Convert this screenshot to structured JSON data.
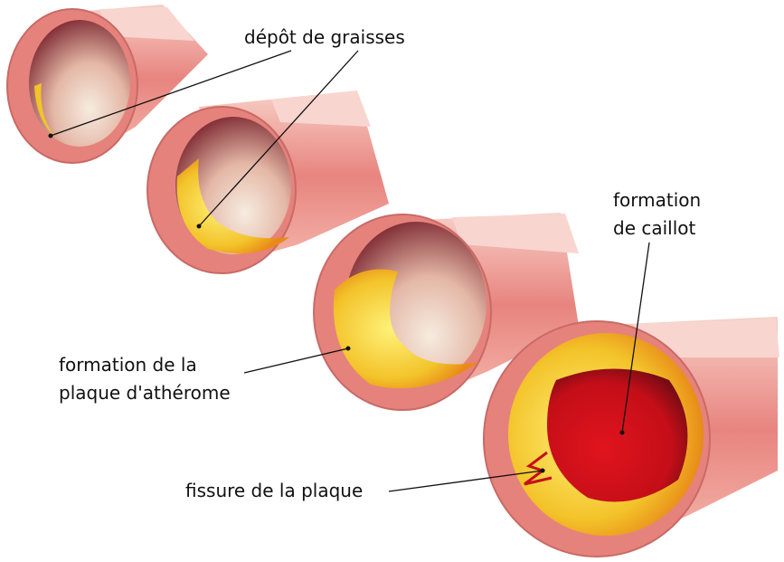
{
  "labels": {
    "fat_deposit": "dépôt de graisses",
    "clot_line1": "formation",
    "clot_line2": "de caillot",
    "plaque_line1": "formation de la",
    "plaque_line2": "plaque d'athérome",
    "fissure": "fissure de la plaque"
  },
  "colors": {
    "wall": "#e98a8a",
    "wall_light": "#f6c7bf",
    "lumen": "#7a1a22",
    "lumen_light": "#f4e6d6",
    "plaque": "#f3c32a",
    "clot": "#d4101a"
  }
}
